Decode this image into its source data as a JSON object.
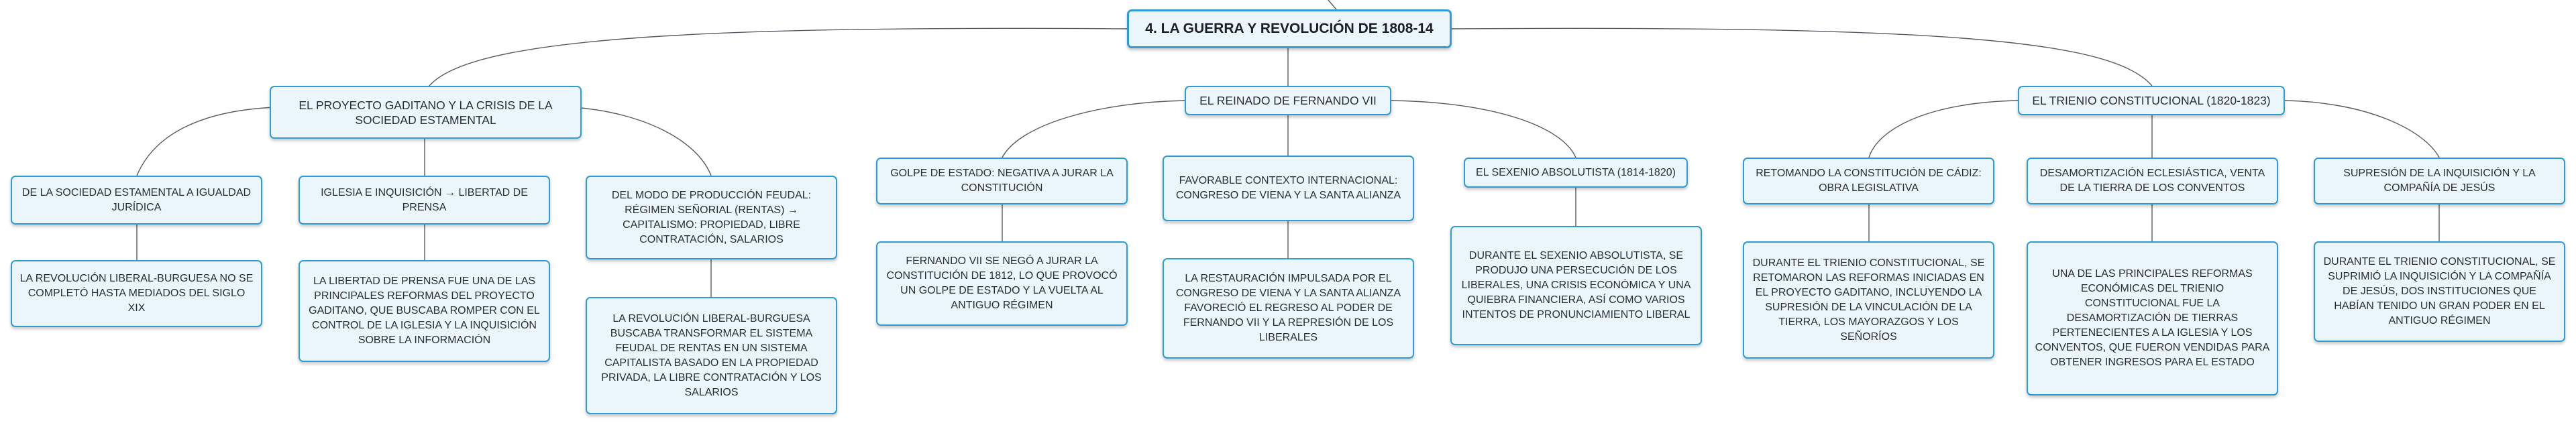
{
  "root": "4. LA GUERRA Y REVOLUCIÓN DE 1808-14",
  "branches": [
    {
      "title": "EL PROYECTO GADITANO Y LA CRISIS DE LA SOCIEDAD ESTAMENTAL",
      "topics": [
        {
          "title": "DE LA SOCIEDAD ESTAMENTAL A IGUALDAD JURÍDICA",
          "detail": "LA REVOLUCIÓN LIBERAL-BURGUESA NO SE COMPLETÓ HASTA MEDIADOS DEL SIGLO XIX"
        },
        {
          "title": "IGLESIA E INQUISICIÓN → LIBERTAD DE PRENSA",
          "detail": "LA LIBERTAD DE PRENSA FUE UNA DE LAS PRINCIPALES REFORMAS DEL PROYECTO GADITANO, QUE BUSCABA ROMPER CON EL CONTROL DE LA IGLESIA Y LA INQUISICIÓN SOBRE LA INFORMACIÓN"
        },
        {
          "title": "DEL MODO DE PRODUCCIÓN FEUDAL: RÉGIMEN SEÑORIAL (RENTAS) → CAPITALISMO: PROPIEDAD, LIBRE CONTRATACIÓN, SALARIOS",
          "detail": "LA REVOLUCIÓN LIBERAL-BURGUESA BUSCABA TRANSFORMAR EL SISTEMA FEUDAL DE RENTAS EN UN SISTEMA CAPITALISTA BASADO EN LA PROPIEDAD PRIVADA, LA LIBRE CONTRATACIÓN Y LOS SALARIOS"
        }
      ]
    },
    {
      "title": "EL REINADO DE FERNANDO VII",
      "topics": [
        {
          "title": "GOLPE DE ESTADO: NEGATIVA A JURAR LA CONSTITUCIÓN",
          "detail": "FERNANDO VII SE NEGÓ A JURAR LA CONSTITUCIÓN DE 1812, LO QUE PROVOCÓ UN GOLPE DE ESTADO Y LA VUELTA AL ANTIGUO RÉGIMEN"
        },
        {
          "title": "FAVORABLE CONTEXTO INTERNACIONAL: CONGRESO DE VIENA Y LA SANTA ALIANZA",
          "detail": "LA RESTAURACIÓN IMPULSADA POR EL CONGRESO DE VIENA Y LA SANTA ALIANZA FAVORECIÓ EL REGRESO AL PODER DE FERNANDO VII Y LA REPRESIÓN DE LOS LIBERALES"
        },
        {
          "title": "EL SEXENIO ABSOLUTISTA (1814-1820)",
          "detail": "DURANTE EL SEXENIO ABSOLUTISTA, SE PRODUJO UNA PERSECUCIÓN DE LOS LIBERALES, UNA CRISIS ECONÓMICA Y UNA QUIEBRA FINANCIERA, ASÍ COMO VARIOS INTENTOS DE PRONUNCIAMIENTO LIBERAL"
        }
      ]
    },
    {
      "title": "EL TRIENIO CONSTITUCIONAL (1820-1823)",
      "topics": [
        {
          "title": "RETOMANDO LA CONSTITUCIÓN DE CÁDIZ: OBRA LEGISLATIVA",
          "detail": "DURANTE EL TRIENIO CONSTITUCIONAL, SE RETOMARON LAS REFORMAS INICIADAS EN EL PROYECTO GADITANO, INCLUYENDO LA SUPRESIÓN DE LA VINCULACIÓN DE LA TIERRA, LOS MAYORAZGOS Y LOS SEÑORÍOS"
        },
        {
          "title": "DESAMORTIZACIÓN ECLESIÁSTICA, VENTA DE LA TIERRA DE LOS CONVENTOS",
          "detail": "UNA DE LAS PRINCIPALES REFORMAS ECONÓMICAS DEL TRIENIO CONSTITUCIONAL FUE LA DESAMORTIZACIÓN DE TIERRAS PERTENECIENTES A LA IGLESIA Y LOS CONVENTOS, QUE FUERON VENDIDAS PARA OBTENER INGRESOS PARA EL ESTADO"
        },
        {
          "title": "SUPRESIÓN DE LA INQUISICIÓN Y LA COMPAÑÍA DE JESÚS",
          "detail": "DURANTE EL TRIENIO CONSTITUCIONAL, SE SUPRIMIÓ LA INQUISICIÓN Y LA COMPAÑÍA DE JESÚS, DOS INSTITUCIONES QUE HABÍAN TENIDO UN GRAN PODER EN EL ANTIGUO RÉGIMEN"
        }
      ]
    }
  ]
}
